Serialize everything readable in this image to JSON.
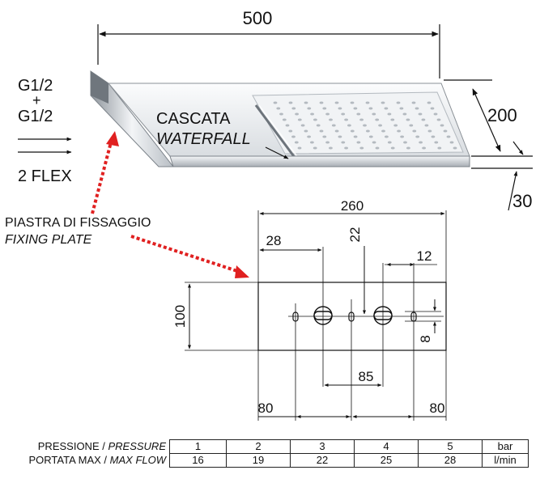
{
  "dimensions": {
    "width": "500",
    "depth": "200",
    "thickness": "30",
    "plate_width": "260",
    "plate_height": "100",
    "hole_offset": "28",
    "top_offset": "22",
    "hole_spacing_right": "12",
    "slot_height": "8",
    "center_distance": "85",
    "edge_left": "80",
    "edge_right": "80"
  },
  "labels": {
    "inlet_line1": "G1/2",
    "inlet_plus": "+",
    "inlet_line2": "G1/2",
    "flex": "2 FLEX",
    "cascata": "CASCATA",
    "waterfall": "WATERFALL",
    "plate_it": "PIASTRA DI FISSAGGIO",
    "plate_en": "FIXING PLATE"
  },
  "table": {
    "pressure_label_it": "PRESSIONE / ",
    "pressure_label_en": "PRESSURE",
    "flow_label_it": "PORTATA MAX / ",
    "flow_label_en": "MAX FLOW",
    "pressure_values": [
      "1",
      "2",
      "3",
      "4",
      "5"
    ],
    "pressure_unit": "bar",
    "flow_values": [
      "16",
      "19",
      "22",
      "25",
      "28"
    ],
    "flow_unit": "l/min"
  },
  "colors": {
    "arrow_red": "#e02020",
    "steel_light": "#eef0f2",
    "steel_dark": "#9aa0a6"
  }
}
